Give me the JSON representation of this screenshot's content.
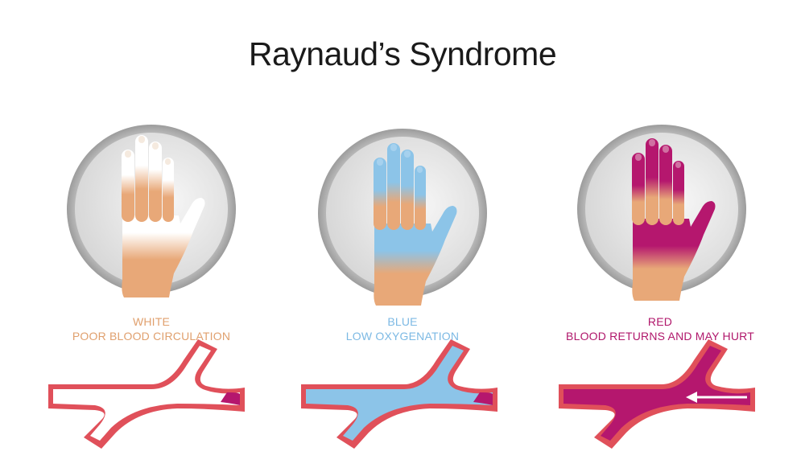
{
  "title": "Raynaud’s Syndrome",
  "stages": [
    {
      "id": "white",
      "label": "WHITE",
      "description": "POOR BLOOD CIRCULATION",
      "finger_color": "#ffffff",
      "vessel_fill": "#ffffff",
      "label_color": "#e0a06e"
    },
    {
      "id": "blue",
      "label": "BLUE",
      "description": "LOW OXYGENATION",
      "finger_color": "#8cc4e8",
      "vessel_fill": "#8cc4e8",
      "label_color": "#7cb9e4"
    },
    {
      "id": "red",
      "label": "RED",
      "description": "BLOOD RETURNS AND MAY HURT",
      "finger_color": "#b5176e",
      "vessel_fill": "#b5176e",
      "label_color": "#b0176b"
    }
  ],
  "colors": {
    "skin": "#e8a878",
    "vessel_wall": "#e0505a",
    "blood": "#b5176e",
    "ring_outer": "#bdbdbd",
    "ring_inner": "#e9e9e9"
  }
}
